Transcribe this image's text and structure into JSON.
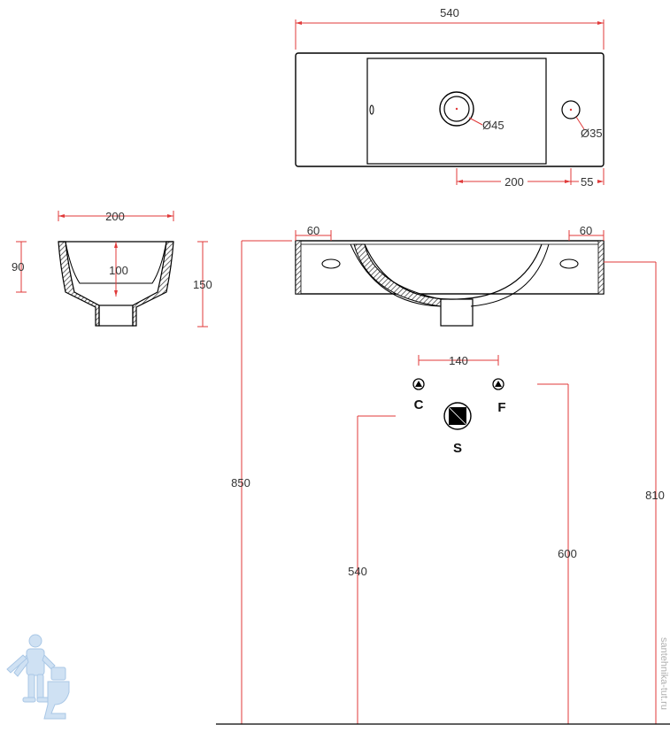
{
  "colors": {
    "dimension": "#e03a3a",
    "outline": "#000000",
    "hatch": "#555555",
    "text": "#333333",
    "watermark": "#b9d3ec"
  },
  "icons": {
    "hot_supply": "triangle-circle-icon",
    "cold_supply": "triangle-circle-icon",
    "drain": "square-circle-icon",
    "plumber_logo": "plumber-figure-icon"
  },
  "top_view": {
    "overall_width": "540",
    "bowl_drain_diameter": "Ø45",
    "tap_hole_diameter": "Ø35",
    "drain_to_tap": "200",
    "tap_to_edge": "55"
  },
  "side_view": {
    "width": "200",
    "bowl_depth": "90",
    "inner_depth": "100",
    "height": "150"
  },
  "front_view": {
    "left_ledge": "60",
    "right_ledge": "60"
  },
  "connections": {
    "supply_spacing": "140",
    "hot_label": "C",
    "cold_label": "F",
    "drain_label": "S"
  },
  "heights": {
    "top_height": "850",
    "rim_height": "810",
    "supply_height": "600",
    "drain_height": "540"
  },
  "watermark": "santehnika-tut.ru"
}
